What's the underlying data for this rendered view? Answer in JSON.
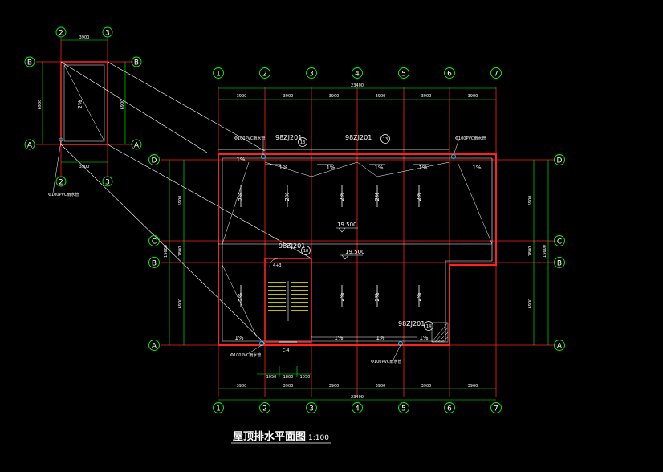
{
  "drawing": {
    "title": "屋顶排水平面图",
    "scale": "1:100",
    "colors": {
      "background": "#000000",
      "axis": "#ff2020",
      "dimension": "#00ff00",
      "wall": "#ff2020",
      "text": "#ffffff",
      "stair": "#ffff00",
      "drain": "#00ccff",
      "helper": "#ffffff"
    }
  },
  "main_plan": {
    "grid_columns": [
      "1",
      "2",
      "3",
      "4",
      "5",
      "6",
      "7"
    ],
    "grid_rows": [
      "D",
      "C",
      "B",
      "A"
    ],
    "dims_top": [
      "3900",
      "3900",
      "3900",
      "3900",
      "3900",
      "3900"
    ],
    "total_top": "23400",
    "dims_bottom": [
      "3900",
      "3900",
      "3900",
      "3900",
      "3900",
      "3900"
    ],
    "total_bottom": "23400",
    "door_dims": [
      "1050",
      "1800",
      "1050"
    ],
    "door_label": "C-4",
    "dims_left": [
      "6900",
      "1800",
      "6900"
    ],
    "total_left": "15600",
    "dims_right": [
      "6900",
      "1800",
      "6900"
    ],
    "total_right": "15600",
    "elevations": [
      "19.500",
      "19.500"
    ],
    "detail_refs": [
      {
        "text": "98ZJ201",
        "num": "13"
      },
      {
        "text": "98ZJ201",
        "num": "18"
      },
      {
        "text": "98ZJ201",
        "num": "14"
      }
    ],
    "drain_notes": [
      "Φ100PVC雨水管",
      "Φ100PVC雨水管",
      "Φ100PVC雨水管",
      "Φ100PVC雨水管"
    ],
    "slope_top": [
      "1%",
      "1%",
      "1%",
      "1%",
      "1%",
      "1%"
    ],
    "slope_bottom": [
      "1%",
      "1%",
      "1%",
      "1%"
    ],
    "slope_vertical": [
      "2%",
      "2%",
      "2%",
      "2%",
      "2%",
      "2%",
      "2%",
      "2%",
      "2%"
    ],
    "stair_note": "4+3"
  },
  "small_plan": {
    "grid_columns": [
      "2",
      "3"
    ],
    "grid_rows": [
      "B",
      "A"
    ],
    "width_dim": "3900",
    "height_dim": "6900",
    "slope": "2%",
    "drain_note": "Φ100PVC雨水管"
  }
}
